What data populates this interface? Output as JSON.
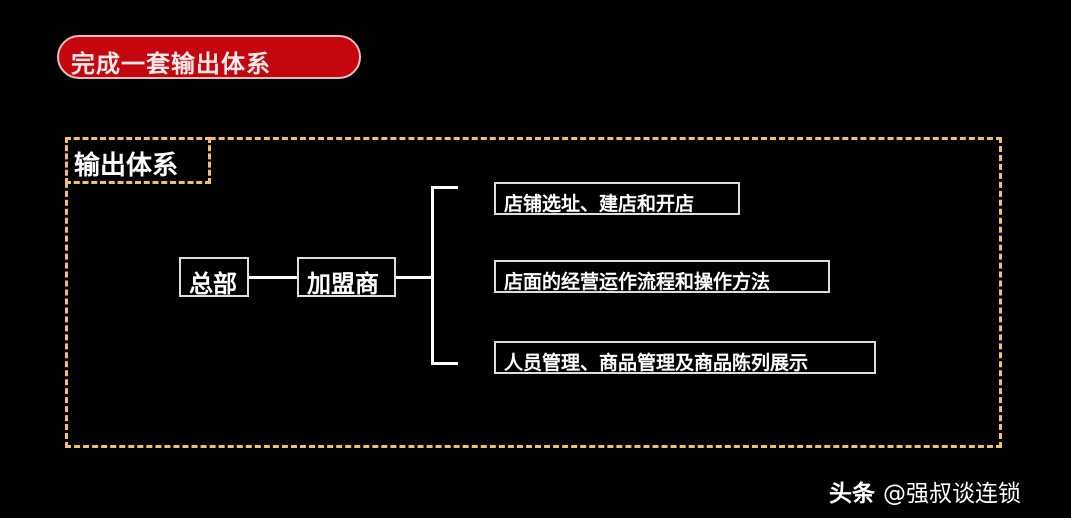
{
  "slide": {
    "title": "完成一套输出体系",
    "section_label": "输出体系",
    "colors": {
      "title_bg": "#c4060f",
      "dash_border": "#f0c070",
      "background": "#000000"
    }
  },
  "diagram": {
    "root": "总部",
    "middle": "加盟商",
    "branches": [
      "店铺选址、建店和开店",
      "店面的经营运作流程和操作方法",
      "人员管理、商品管理及商品陈列展示"
    ]
  },
  "watermark": {
    "platform": "头条",
    "account": "@强叔谈连锁"
  }
}
